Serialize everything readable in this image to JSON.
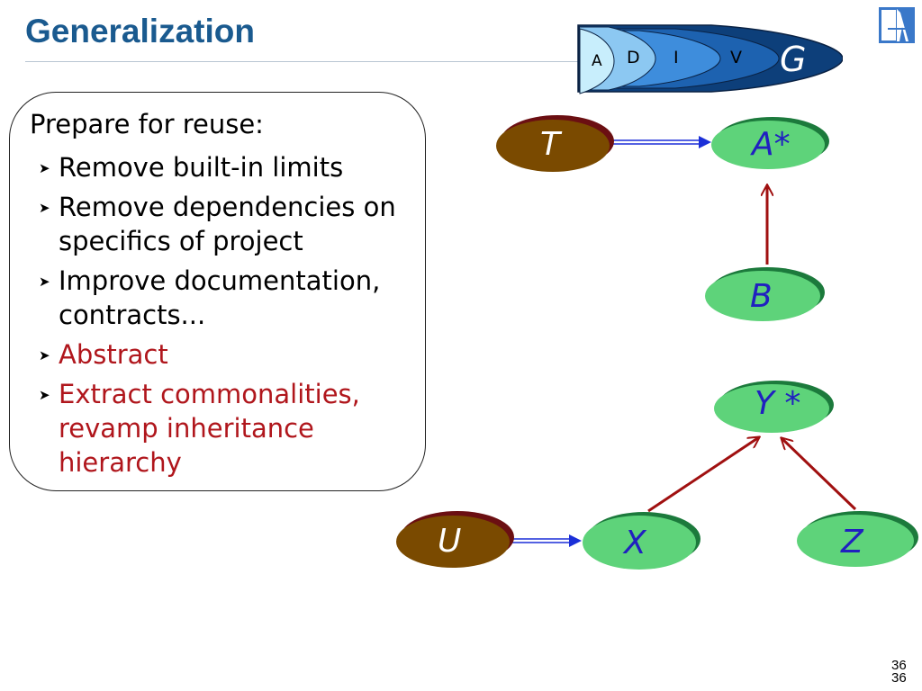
{
  "slide": {
    "title": "Generalization",
    "page_number": "36",
    "page_number_repeat": "36"
  },
  "lifecycle_graphic": {
    "stages": [
      "A",
      "D",
      "I",
      "V",
      "G"
    ]
  },
  "content_box": {
    "heading": "Prepare for reuse:",
    "bullets": [
      {
        "text": "Remove built-in limits",
        "color": "#000000"
      },
      {
        "text": "Remove dependencies on specifics of project",
        "color": "#000000"
      },
      {
        "text": "Improve documentation, contracts...",
        "color": "#000000"
      },
      {
        "text": "Abstract",
        "color": "#b0161c"
      },
      {
        "text": "Extract commonalities, revamp inheritance hierarchy",
        "color": "#b0161c"
      }
    ]
  },
  "diagram": {
    "nodes": {
      "T": "T",
      "A": "A*",
      "B": "B",
      "Y": "Y *",
      "U": "U",
      "X": "X",
      "Z": "Z"
    }
  },
  "colors": {
    "title": "#1a5a8f",
    "green_node": "#5ed37a",
    "brown_node": "#7a4a00",
    "inherit_arrow": "#a01010",
    "client_arrow": "#1b2fd8",
    "green_label": "#2020c0",
    "brown_label": "#ffffff"
  }
}
